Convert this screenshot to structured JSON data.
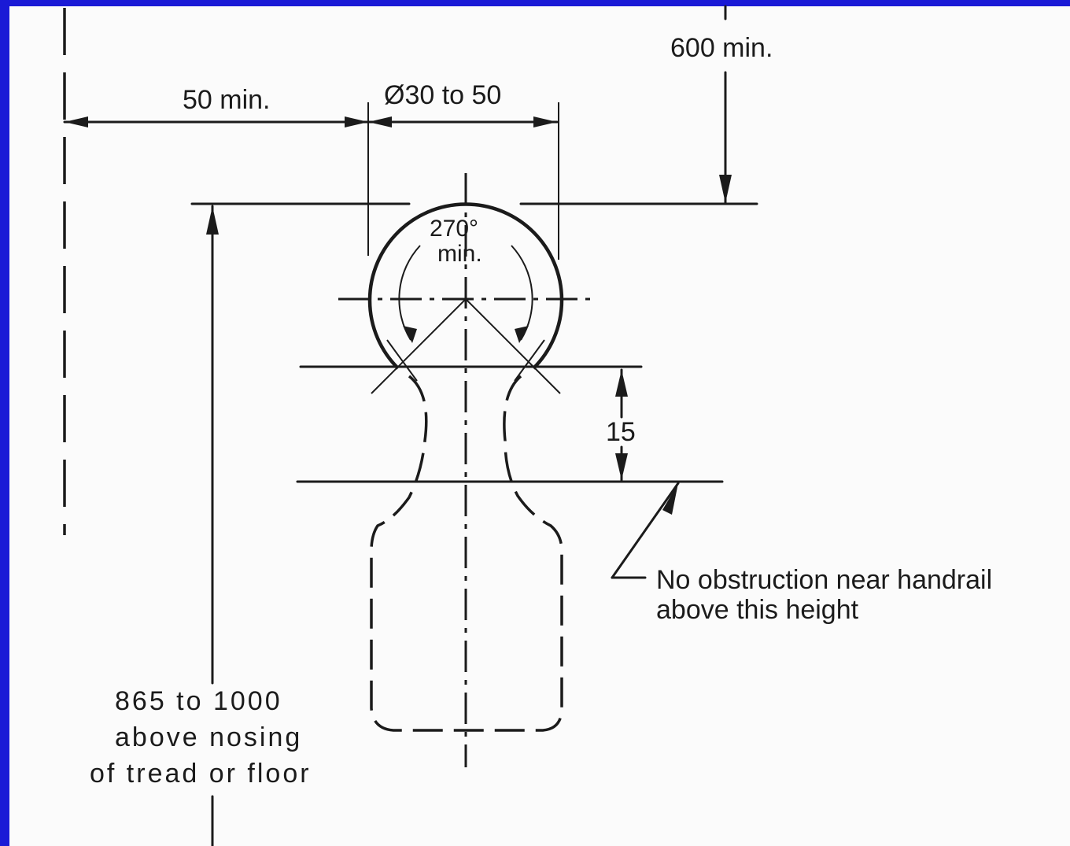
{
  "diagram": {
    "labels": {
      "clearance_top": "600 min.",
      "wall_gap": "50 min.",
      "diameter": "Ø30 to 50",
      "angle_line1": "270°",
      "angle_line2": "min.",
      "neck_depth": "15",
      "obstruction_line1": "No obstruction near handrail",
      "obstruction_line2": "above this height",
      "height_line1": "865 to 1000",
      "height_line2": "above nosing",
      "height_line3": "of tread or floor"
    },
    "colors": {
      "slide_background": "#1a1ad6",
      "paper": "#fbfbfb",
      "ink": "#1b1b1b"
    }
  }
}
